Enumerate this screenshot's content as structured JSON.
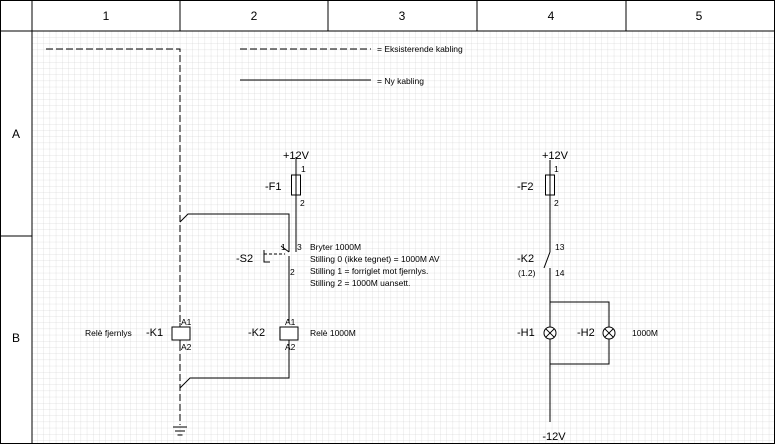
{
  "columns": [
    "1",
    "2",
    "3",
    "4",
    "5"
  ],
  "rows": [
    "A",
    "B"
  ],
  "legend": {
    "existing": "= Eksisterende kabling",
    "new": "= Ny kabling"
  },
  "components": {
    "f1": {
      "supply": "+12V",
      "tag": "-F1",
      "pin_top": "1",
      "pin_bottom": "2"
    },
    "s2": {
      "tag": "-S2",
      "pin1": "1",
      "pin2": "2",
      "pin3": "3",
      "desc": [
        "Bryter 1000M",
        "Stilling 0 (ikke tegnet) = 1000M AV",
        "Stilling 1 = forriglet mot fjernlys.",
        "Stilling 2 = 1000M uansett."
      ]
    },
    "k1": {
      "tag": "-K1",
      "label": "Relè fjernlys",
      "a1": "A1",
      "a2": "A2"
    },
    "k2_coil": {
      "tag": "-K2",
      "label": "Relè 1000M",
      "a1": "A1",
      "a2": "A2"
    },
    "f2": {
      "supply": "+12V",
      "tag": "-F2",
      "pin_top": "1",
      "pin_bottom": "2"
    },
    "k2_contact": {
      "tag": "-K2",
      "ref": "(1.2)",
      "pin13": "13",
      "pin14": "14"
    },
    "h1": {
      "tag": "-H1"
    },
    "h2": {
      "tag": "-H2",
      "label": "1000M"
    },
    "bottom_supply": "-12V"
  }
}
